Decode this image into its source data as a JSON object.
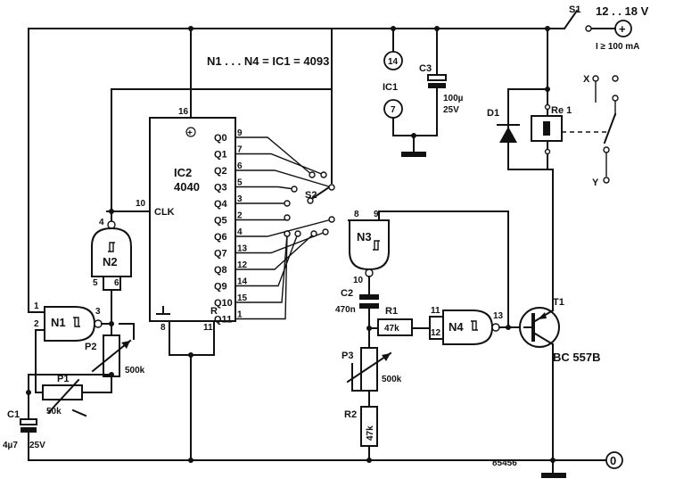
{
  "title": "N1 . . . N4 = IC1 = 4093",
  "supply": {
    "switch": "S1",
    "voltage": "12 . . 18 V",
    "plus": "+",
    "current": "I ≥ 100 mA",
    "ground": "0"
  },
  "drawing_number": "85456",
  "ic1": {
    "name": "IC1",
    "pin14": "14",
    "pin7": "7"
  },
  "ic2": {
    "name": "IC2",
    "part": "4040",
    "clk_label": "CLK",
    "reset_label": "R",
    "plus": "+",
    "pin_top": "16",
    "pin_clk": "10",
    "pin_bottom_left": "8",
    "pin_bottom_right": "11",
    "outputs": [
      {
        "name": "Q0",
        "pin": "9"
      },
      {
        "name": "Q1",
        "pin": "7"
      },
      {
        "name": "Q2",
        "pin": "6"
      },
      {
        "name": "Q3",
        "pin": "5"
      },
      {
        "name": "Q4",
        "pin": "3"
      },
      {
        "name": "Q5",
        "pin": "2"
      },
      {
        "name": "Q6",
        "pin": "4"
      },
      {
        "name": "Q7",
        "pin": "13"
      },
      {
        "name": "Q8",
        "pin": "12"
      },
      {
        "name": "Q9",
        "pin": "14"
      },
      {
        "name": "Q10",
        "pin": "15"
      },
      {
        "name": "Q11",
        "pin": "1"
      }
    ]
  },
  "gates": {
    "n1": {
      "name": "N1",
      "in1": "1",
      "in2": "2",
      "out": "3"
    },
    "n2": {
      "name": "N2",
      "in1": "5",
      "in2": "6",
      "out": "4"
    },
    "n3": {
      "name": "N3",
      "in1": "8",
      "in2": "9",
      "out": "10"
    },
    "n4": {
      "name": "N4",
      "in1": "11",
      "in2": "12",
      "out": "13"
    }
  },
  "switch_s2": "S2",
  "components": {
    "c1": {
      "name": "C1",
      "value": "4µ7",
      "rating": "25V"
    },
    "c2": {
      "name": "C2",
      "value": "470n"
    },
    "c3": {
      "name": "C3",
      "value": "100µ",
      "rating": "25V"
    },
    "p1": {
      "name": "P1",
      "value": "50k"
    },
    "p2": {
      "name": "P2",
      "value": "500k"
    },
    "p3": {
      "name": "P3",
      "value": "500k"
    },
    "r1": {
      "name": "R1",
      "value": "47k"
    },
    "r2": {
      "name": "R2",
      "value": "47k"
    },
    "d1": {
      "name": "D1"
    },
    "t1": {
      "name": "T1",
      "part": "BC 557B"
    },
    "relay": {
      "name": "Re 1",
      "x_label": "X",
      "y_label": "Y"
    }
  }
}
